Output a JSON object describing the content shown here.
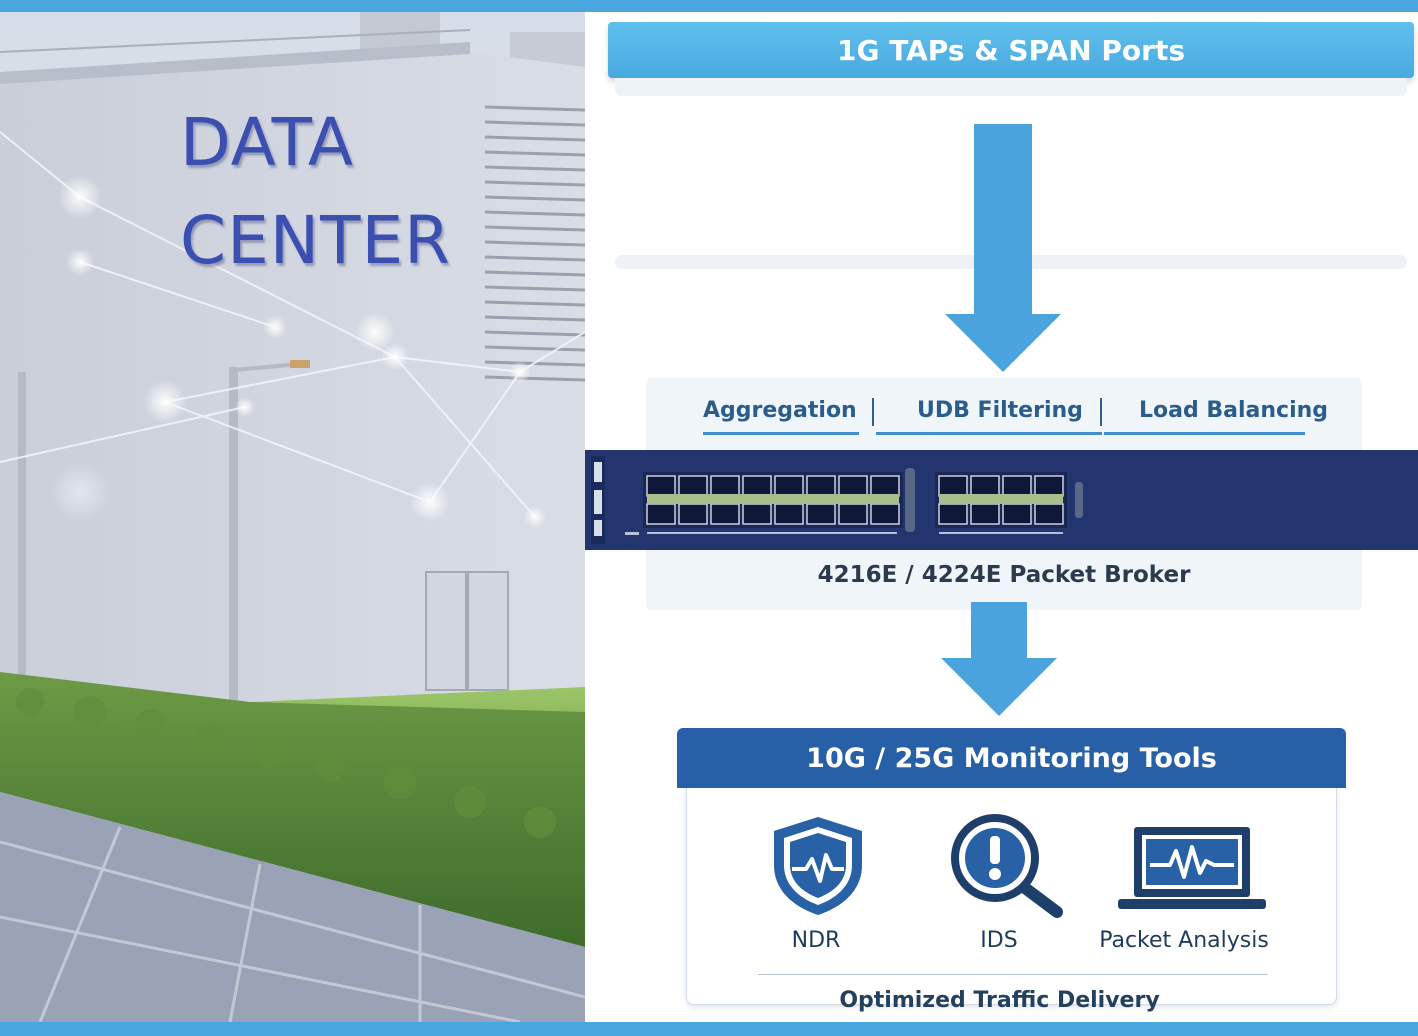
{
  "photo": {
    "sign_line1": "DATA",
    "sign_line2": "CENTER"
  },
  "source": {
    "title": "1G TAPs & SPAN Ports"
  },
  "broker": {
    "functions": [
      "Aggregation",
      "UDB Filtering",
      "Load Balancing"
    ],
    "label": "4216E / 4224E Packet Broker"
  },
  "tools": {
    "title": "10G / 25G Monitoring Tools",
    "items": [
      {
        "label": "NDR",
        "icon": "shield-heartbeat-icon"
      },
      {
        "label": "IDS",
        "icon": "magnifier-alert-icon"
      },
      {
        "label": "Packet Analysis",
        "icon": "laptop-waveform-icon"
      }
    ],
    "footer": "Optimized Traffic Delivery"
  },
  "colors": {
    "accent_light": "#4aa6df",
    "accent_dark": "#2860a8",
    "device": "#23356f",
    "sign_text": "#3a4fb0"
  }
}
